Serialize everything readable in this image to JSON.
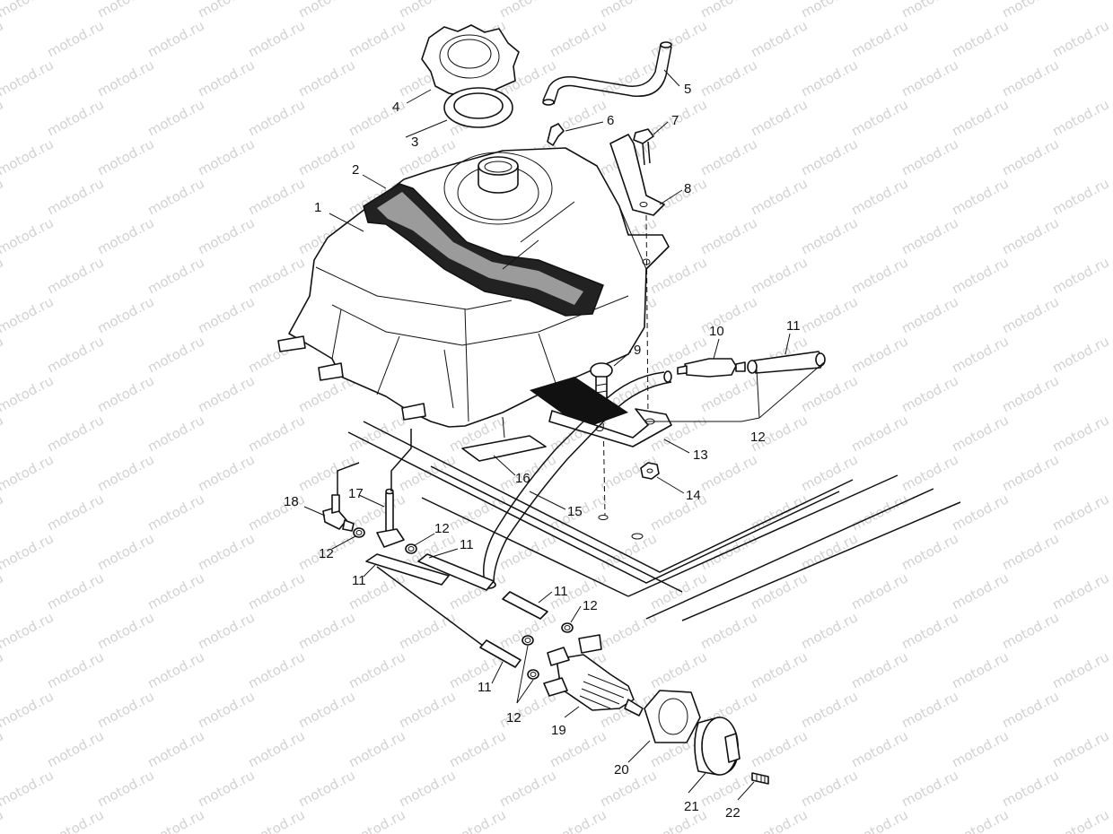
{
  "watermark": {
    "text": "motod.ru"
  },
  "callouts": [
    {
      "id": "c1",
      "text": "1"
    },
    {
      "id": "c2",
      "text": "2"
    },
    {
      "id": "c3",
      "text": "3"
    },
    {
      "id": "c4",
      "text": "4"
    },
    {
      "id": "c5",
      "text": "5"
    },
    {
      "id": "c6",
      "text": "6"
    },
    {
      "id": "c7",
      "text": "7"
    },
    {
      "id": "c8",
      "text": "8"
    },
    {
      "id": "c9",
      "text": "9"
    },
    {
      "id": "c10",
      "text": "10"
    },
    {
      "id": "c11a",
      "text": "11"
    },
    {
      "id": "c11b",
      "text": "11"
    },
    {
      "id": "c11c",
      "text": "11"
    },
    {
      "id": "c11d",
      "text": "11"
    },
    {
      "id": "c11e",
      "text": "11"
    },
    {
      "id": "c12a",
      "text": "12"
    },
    {
      "id": "c12b",
      "text": "12"
    },
    {
      "id": "c12c",
      "text": "12"
    },
    {
      "id": "c12d",
      "text": "12"
    },
    {
      "id": "c12e",
      "text": "12"
    },
    {
      "id": "c13",
      "text": "13"
    },
    {
      "id": "c14",
      "text": "14"
    },
    {
      "id": "c15",
      "text": "15"
    },
    {
      "id": "c16",
      "text": "16"
    },
    {
      "id": "c17",
      "text": "17"
    },
    {
      "id": "c18",
      "text": "18"
    },
    {
      "id": "c19",
      "text": "19"
    },
    {
      "id": "c20",
      "text": "20"
    },
    {
      "id": "c21",
      "text": "21"
    },
    {
      "id": "c22",
      "text": "22"
    }
  ]
}
